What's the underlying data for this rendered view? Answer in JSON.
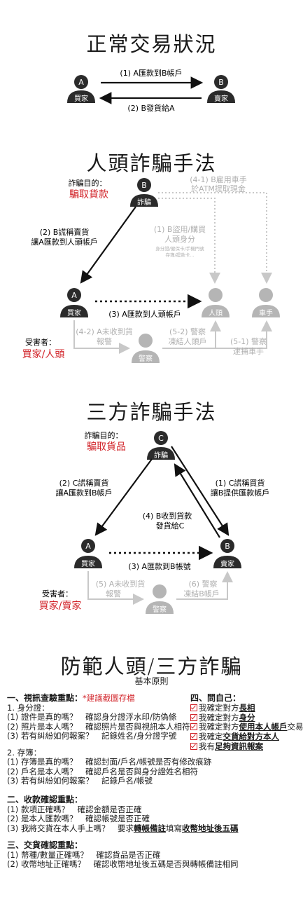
{
  "normal": {
    "title": "正常交易狀況",
    "a_letter": "A",
    "a_label": "買家",
    "b_letter": "B",
    "b_label": "賣家",
    "step1": "(1) A匯款到B帳戶",
    "step2": "(2) B發貨給A"
  },
  "dummy": {
    "title": "人頭詐騙手法",
    "goal_label": "詐騙目的：",
    "goal_value": "騙取貨款",
    "b_letter": "B",
    "b_label": "詐騙",
    "a_letter": "A",
    "a_label": "買家",
    "dummy_label": "人頭",
    "runner_label": "車手",
    "police_label": "警察",
    "step2_l1": "(2) B謊稱賣貨",
    "step2_l2": "讓A匯款到人頭帳戶",
    "step1_l1": "(1) B盜用/購買",
    "step1_l2": "人頭身分",
    "step1_l3": "身分證/健保卡/手機門號",
    "step1_l4": "存簿/提款卡...",
    "step41_l1": "(4-1) B雇用車手",
    "step41_l2": "於ATM提取現金",
    "step3": "(3) A匯款到人頭帳戶",
    "step42_l1": "(4-2) A未收到貨",
    "step42_l2": "報警",
    "step52_l1": "(5-2) 警察",
    "step52_l2": "凍結人頭戶",
    "step51_l1": "(5-1) 警察",
    "step51_l2": "逮捕車手",
    "victim_label": "受害者：",
    "victim_value": "買家/人頭"
  },
  "triangle": {
    "title": "三方詐騙手法",
    "goal_label": "詐騙目的：",
    "goal_value": "騙取貨品",
    "c_letter": "C",
    "c_label": "詐騙",
    "a_letter": "A",
    "a_label": "買家",
    "b_letter": "B",
    "b_label": "賣家",
    "police_label": "警察",
    "step2_l1": "(2) C謊稱賣貨",
    "step2_l2": "讓A匯款到B帳戶",
    "step1_l1": "(1) C謊稱買貨",
    "step1_l2": "讓B提供匯款帳戶",
    "step4_l1": "(4) B收到貨款",
    "step4_l2": "發貨給C",
    "step3": "(3) A匯款到B帳號",
    "step5_l1": "(5) A未收到貨",
    "step5_l2": "報警",
    "step6_l1": "(6) 警察",
    "step6_l2": "凍結B帳戶",
    "victim_label": "受害者：",
    "victim_value": "買家/賣家"
  },
  "prevent": {
    "title": "防範人頭/三方詐騙",
    "subtitle": "基本原則",
    "s1_head": "一、視訊查驗重點：",
    "s1_note": "*建議截圖存檔",
    "s1_sub1": "1. 身分證：",
    "s1_sub1_items": [
      "(1) 證件是真的嗎？　確認身分證浮水印/防偽條",
      "(2) 照片是本人嗎？　確認照片是否與視訊本人相符",
      "(3) 若有糾紛如何報案？　記錄姓名/身分證字號"
    ],
    "s1_sub2": "2. 存簿：",
    "s1_sub2_items": [
      "(1) 存簿是真的嗎？　確認封面/戶名/帳號是否有修改痕跡",
      "(2) 戶名是本人嗎？　確認戶名是否與身分證姓名相符",
      "(3) 若有糾紛如何報案？　記錄戶名/帳號"
    ],
    "s2_head": "二、收款確認重點：",
    "s2_items": [
      "(1) 款項正確嗎？　確認金額是否正確",
      "(2) 是本人匯款嗎？　確認帳號是否正確"
    ],
    "s2_item3_a": "(3) 我將交貨在本人手上嗎？　要求",
    "s2_item3_b": "轉帳備註",
    "s2_item3_c": "填寫",
    "s2_item3_d": "收幣地址後五碼",
    "s3_head": "三、交貨確認重點：",
    "s3_items": [
      "(1) 幣種/數量正確嗎？　確認貨品是否正確",
      "(2) 收幣地址正確嗎？　確認收幣地址後五碼是否與轉帳備註相同"
    ],
    "s4_head": "四、問自己：",
    "s4_items": [
      {
        "pre": "我確定對方",
        "em": "長相",
        "post": ""
      },
      {
        "pre": "我確定對方",
        "em": "身分",
        "post": ""
      },
      {
        "pre": "我確定對方",
        "em": "使用本人帳戶",
        "post": "交易"
      },
      {
        "pre": "我確定",
        "em": "交貨給對方本人",
        "post": ""
      },
      {
        "pre": "我有",
        "em": "足夠資訊報案",
        "post": ""
      }
    ]
  }
}
